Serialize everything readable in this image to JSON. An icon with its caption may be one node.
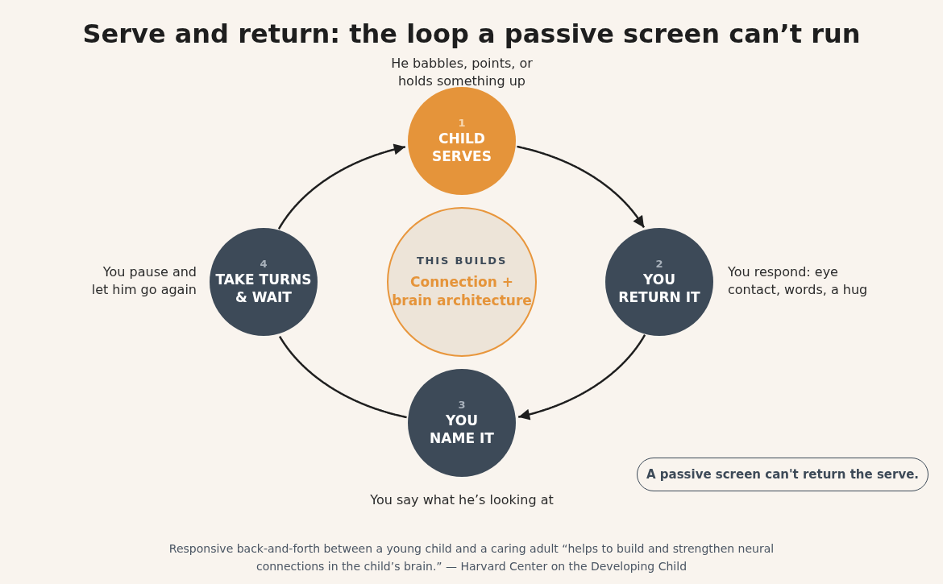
{
  "diagram": {
    "title": "Serve and return: the loop a passive screen can’t run",
    "nodes": [
      {
        "text": [
          "1",
          "CHILD SERVES"
        ],
        "beside": [
          "He babbles, points, or holds something up"
        ]
      },
      {
        "text": [
          "2",
          "YOU RETURN IT"
        ],
        "beside": [
          "You respond: eye contact, words, a hug"
        ]
      },
      {
        "text": [
          "3",
          "YOU NAME IT"
        ],
        "beside": [
          "You say what he’s looking at"
        ]
      },
      {
        "text": [
          "4",
          "TAKE TURNS & WAIT"
        ],
        "beside": [
          "You pause and let him go again"
        ]
      },
      {
        "text": [
          "THIS BUILDS",
          "Connection + brain architecture"
        ]
      },
      {
        "text": [
          "A passive screen can't return the serve."
        ]
      }
    ],
    "edges": [
      {
        "from": 3,
        "to": 0,
        "arrow": "to"
      },
      {
        "from": 0,
        "to": 1,
        "arrow": "to"
      },
      {
        "from": 1,
        "to": 2,
        "arrow": "to"
      },
      {
        "from": 2,
        "to": 3,
        "arrow": "none"
      }
    ],
    "caption": "Responsive back-and-forth between a young child and a caring adult “helps to build and strengthen neural connections in the child’s brain.” — Harvard Center on the Developing Child"
  }
}
